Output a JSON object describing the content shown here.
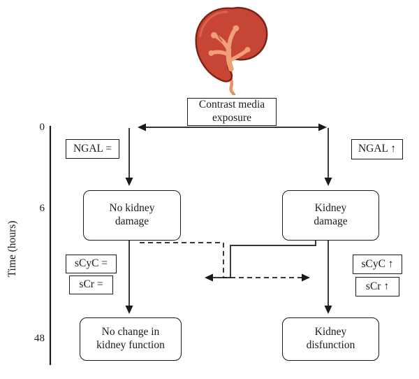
{
  "diagram": {
    "exposure_node": "Contrast media\nexposure",
    "axis": {
      "label": "Time (hours)",
      "ticks": [
        "0",
        "6",
        "48"
      ]
    },
    "left": {
      "ngal": "NGAL =",
      "mid_node": "No kidney\ndamage",
      "scyc": "sCyC =",
      "scr": "sCr =",
      "bottom_node": "No change in\nkidney function"
    },
    "right": {
      "ngal": "NGAL ↑",
      "mid_node": "Kidney\ndamage",
      "scyc": "sCyC ↑",
      "scr": "sCr ↑",
      "bottom_node": "Kidney\ndisfunction"
    },
    "colors": {
      "line": "#1a1a1a",
      "kidney_body": "#c64534",
      "kidney_outline": "#7c2315",
      "kidney_pelvis": "#efa077"
    }
  }
}
